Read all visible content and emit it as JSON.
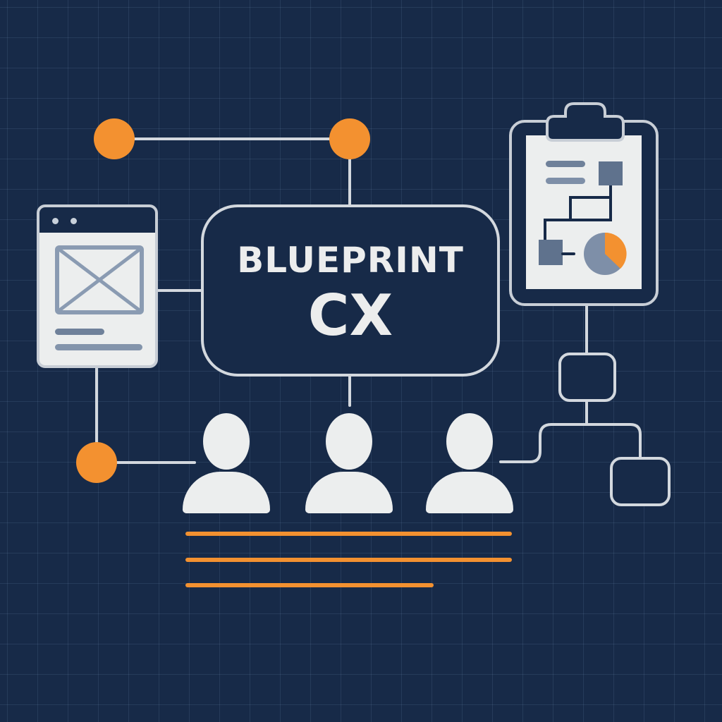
{
  "title": {
    "line1": "BLUEPRINT",
    "line2": "CX"
  },
  "colors": {
    "background": "#172a48",
    "grid": "#2d4466",
    "stroke": "#d3d8de",
    "accent_orange": "#f39130",
    "panel_light": "#eceeee",
    "slate_gray": "#6f819a"
  },
  "elements": {
    "orange_nodes": 3,
    "people_icons": 3,
    "accent_lines": 3,
    "flow_boxes": 2,
    "browser_window_dots": 2
  },
  "clipboard": {
    "pie_chart": {
      "slices": [
        {
          "label": "orange",
          "percent": 38,
          "color": "#f39130"
        },
        {
          "label": "gray",
          "percent": 62,
          "color": "#7e8fa8"
        }
      ]
    }
  }
}
